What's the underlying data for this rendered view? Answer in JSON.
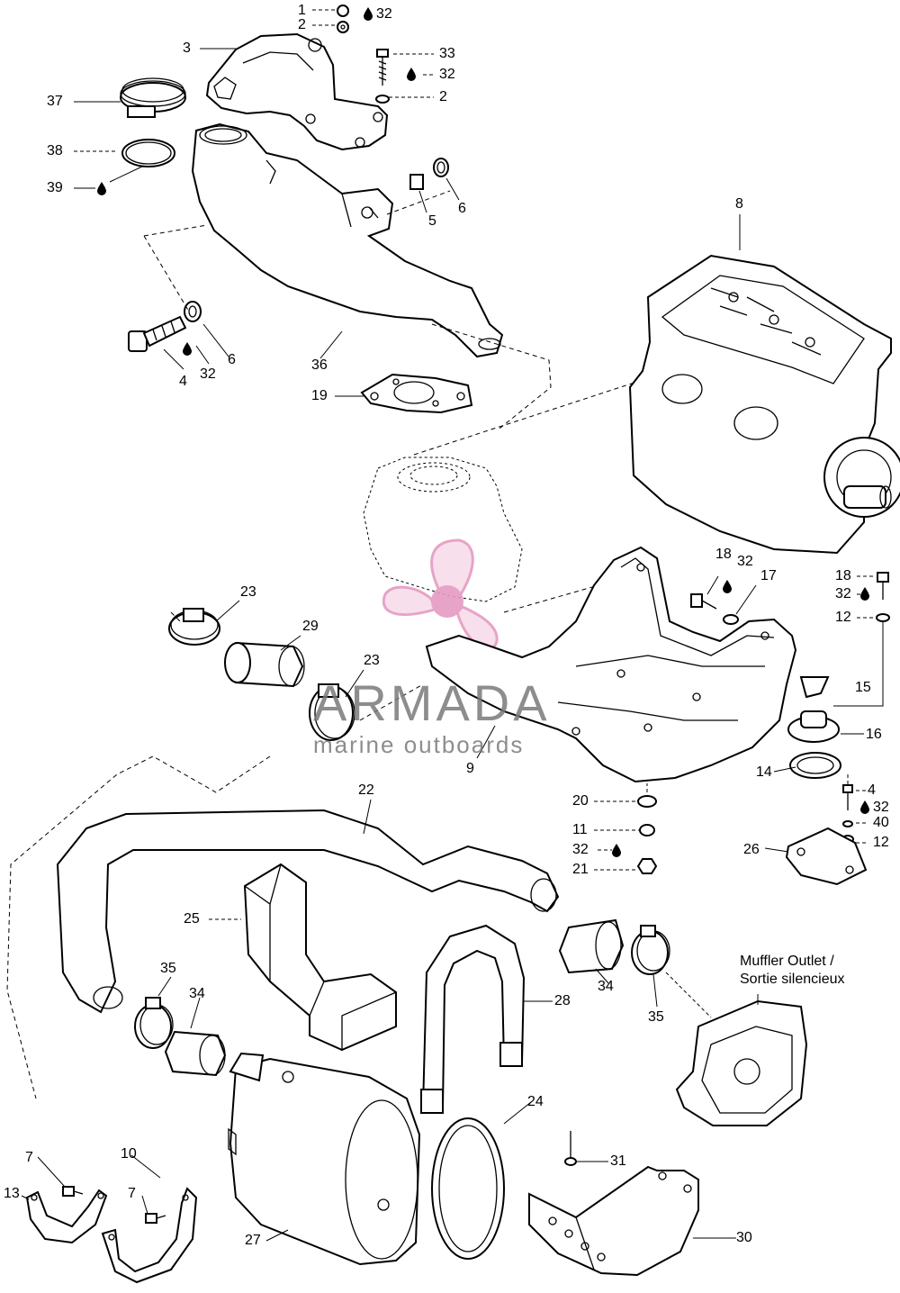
{
  "watermark": {
    "brand": "ARMADA",
    "tagline": "marine outboards",
    "logo_color": "#e59ac3"
  },
  "labels": [
    {
      "key": "l1",
      "text": "1"
    },
    {
      "key": "l2a",
      "text": "2"
    },
    {
      "key": "l32a",
      "text": "32"
    },
    {
      "key": "l3",
      "text": "3"
    },
    {
      "key": "l33",
      "text": "33"
    },
    {
      "key": "l32b",
      "text": "32"
    },
    {
      "key": "l2b",
      "text": "2"
    },
    {
      "key": "l37",
      "text": "37"
    },
    {
      "key": "l38",
      "text": "38"
    },
    {
      "key": "l39",
      "text": "39"
    },
    {
      "key": "l5",
      "text": "5"
    },
    {
      "key": "l6a",
      "text": "6"
    },
    {
      "key": "l8",
      "text": "8"
    },
    {
      "key": "l4a",
      "text": "4"
    },
    {
      "key": "l32c",
      "text": "32"
    },
    {
      "key": "l6b",
      "text": "6"
    },
    {
      "key": "l36",
      "text": "36"
    },
    {
      "key": "l19",
      "text": "19"
    },
    {
      "key": "l23a",
      "text": "23"
    },
    {
      "key": "l29",
      "text": "29"
    },
    {
      "key": "l23b",
      "text": "23"
    },
    {
      "key": "l18a",
      "text": "18"
    },
    {
      "key": "l32d",
      "text": "32"
    },
    {
      "key": "l17",
      "text": "17"
    },
    {
      "key": "l18b",
      "text": "18"
    },
    {
      "key": "l32e",
      "text": "32"
    },
    {
      "key": "l12a",
      "text": "12"
    },
    {
      "key": "l15",
      "text": "15"
    },
    {
      "key": "l16",
      "text": "16"
    },
    {
      "key": "l14",
      "text": "14"
    },
    {
      "key": "l9",
      "text": "9"
    },
    {
      "key": "l4b",
      "text": "4"
    },
    {
      "key": "l32f",
      "text": "32"
    },
    {
      "key": "l40",
      "text": "40"
    },
    {
      "key": "l12b",
      "text": "12"
    },
    {
      "key": "l26",
      "text": "26"
    },
    {
      "key": "l22",
      "text": "22"
    },
    {
      "key": "l20",
      "text": "20"
    },
    {
      "key": "l11",
      "text": "11"
    },
    {
      "key": "l32g",
      "text": "32"
    },
    {
      "key": "l21",
      "text": "21"
    },
    {
      "key": "l25",
      "text": "25"
    },
    {
      "key": "l35a",
      "text": "35"
    },
    {
      "key": "l34a",
      "text": "34"
    },
    {
      "key": "l34b",
      "text": "34"
    },
    {
      "key": "l35b",
      "text": "35"
    },
    {
      "key": "l28",
      "text": "28"
    },
    {
      "key": "l24",
      "text": "24"
    },
    {
      "key": "l31",
      "text": "31"
    },
    {
      "key": "l7a",
      "text": "7"
    },
    {
      "key": "l10",
      "text": "10"
    },
    {
      "key": "l13",
      "text": "13"
    },
    {
      "key": "l7b",
      "text": "7"
    },
    {
      "key": "l27",
      "text": "27"
    },
    {
      "key": "l30",
      "text": "30"
    }
  ],
  "muffler_note": {
    "line1": "Muffler Outlet /",
    "line2": "Sortie silencieux"
  }
}
